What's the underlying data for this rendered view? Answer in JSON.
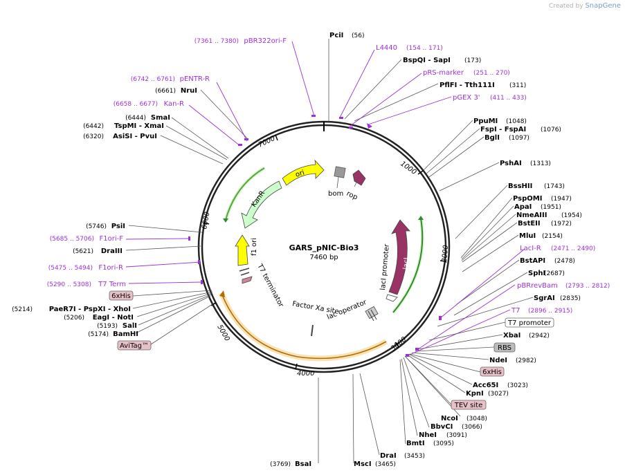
{
  "brand": {
    "created_by": "Created by",
    "app": "SnapGene"
  },
  "map": {
    "name": "GARS_pNIC-Bio3",
    "length": "7460 bp"
  },
  "ticks": [
    "1000",
    "2000",
    "3000",
    "4000",
    "5000",
    "6000",
    "7000"
  ],
  "enzymes": [
    {
      "name": "PciI",
      "pos": "(56)"
    },
    {
      "name": "BspQI - SapI",
      "pos": "(173)"
    },
    {
      "name": "PflFI - Tth111I",
      "pos": "(311)"
    },
    {
      "name": "PpuMI",
      "pos": "(1048)"
    },
    {
      "name": "FspI - FspAI",
      "pos": "(1076)"
    },
    {
      "name": "BglI",
      "pos": "(1097)"
    },
    {
      "name": "PshAI",
      "pos": "(1313)"
    },
    {
      "name": "BssHII",
      "pos": "(1743)"
    },
    {
      "name": "PspOMI",
      "pos": "(1947)"
    },
    {
      "name": "ApaI",
      "pos": "(1951)"
    },
    {
      "name": "NmeAIII",
      "pos": "(1954)"
    },
    {
      "name": "BstEII",
      "pos": "(1972)"
    },
    {
      "name": "MluI",
      "pos": "(2154)"
    },
    {
      "name": "BstAPI",
      "pos": "(2478)"
    },
    {
      "name": "SphI",
      "pos": "(2687)"
    },
    {
      "name": "SgrAI",
      "pos": "(2835)"
    },
    {
      "name": "XbaI",
      "pos": "(2942)"
    },
    {
      "name": "NdeI",
      "pos": "(2982)"
    },
    {
      "name": "Acc65I",
      "pos": "(3023)"
    },
    {
      "name": "KpnI",
      "pos": "(3027)"
    },
    {
      "name": "NcoI",
      "pos": "(3048)"
    },
    {
      "name": "BbvCI",
      "pos": "(3066)"
    },
    {
      "name": "NheI",
      "pos": "(3091)"
    },
    {
      "name": "BmtI",
      "pos": "(3095)"
    },
    {
      "name": "DraI",
      "pos": "(3453)"
    },
    {
      "name": "MscI",
      "pos": "(3465)"
    },
    {
      "name": "BsaI",
      "pos": "(3769)"
    },
    {
      "name": "BamHI",
      "pos": "(5174)"
    },
    {
      "name": "SalI",
      "pos": "(5193)"
    },
    {
      "name": "EagI - NotI",
      "pos": "(5206)"
    },
    {
      "name": "PaeR7I - PspXI - XhoI",
      "pos": "(5214)"
    },
    {
      "name": "DraIII",
      "pos": "(5621)"
    },
    {
      "name": "PsiI",
      "pos": "(5746)"
    },
    {
      "name": "AsiSI - PvuI",
      "pos": "(6320)"
    },
    {
      "name": "TspMI - XmaI",
      "pos": "(6442)"
    },
    {
      "name": "SmaI",
      "pos": "(6444)"
    },
    {
      "name": "NruI",
      "pos": "(6661)"
    }
  ],
  "primers": [
    {
      "name": "pBR322ori-F",
      "range": "(7361 .. 7380)"
    },
    {
      "name": "L4440",
      "range": "(154 .. 171)"
    },
    {
      "name": "pRS-marker",
      "range": "(251 .. 270)"
    },
    {
      "name": "pGEX 3'",
      "range": "(411 .. 433)"
    },
    {
      "name": "pENTR-R",
      "range": "(6742 .. 6761)"
    },
    {
      "name": "Kan-R",
      "range": "(6658 .. 6677)"
    },
    {
      "name": "LacI-R",
      "range": "(2471 .. 2490)"
    },
    {
      "name": "pBRrevBam",
      "range": "(2793 .. 2812)"
    },
    {
      "name": "T7",
      "range": "(2896 .. 2915)"
    },
    {
      "name": "F1ori-F",
      "range": "(5685 .. 5706)"
    },
    {
      "name": "F1ori-R",
      "range": "(5475 .. 5494)"
    },
    {
      "name": "T7 Term",
      "range": "(5290 .. 5308)"
    }
  ],
  "boxes": {
    "t7_promoter": "T7 promoter",
    "rbs": "RBS",
    "his_right": "6xHis",
    "tev": "TEV site",
    "his_left": "6xHis",
    "avitag": "AviTag™"
  },
  "features": {
    "ori": "ori",
    "bom": "bom",
    "rop": "rop",
    "kanr": "KanR",
    "f1ori": "f1 ori",
    "laci": "lacI",
    "laci_promoter": "lacI promoter",
    "lac_operator": "lac operator",
    "factor_xa": "Factor Xa site",
    "t7_terminator": "T7 terminator"
  },
  "colors": {
    "backbone": "#222222",
    "ori": "#ffff00",
    "kanr": "#ccffcc",
    "laci": "#993366",
    "rop": "#993366",
    "bom": "#999999",
    "f1ori": "#ffff00",
    "insert_outline": "#f0c060",
    "primer": "#9b30d9",
    "tag_box": "#e8c0c8"
  }
}
